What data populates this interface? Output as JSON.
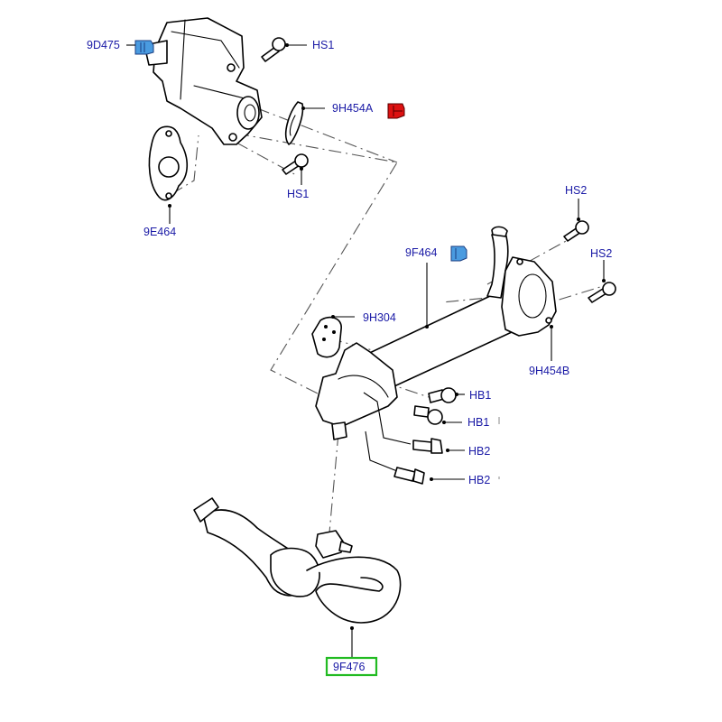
{
  "diagram": {
    "title_hidden": null,
    "callouts": [
      {
        "id": "egr-valve",
        "label": "9D475",
        "icon": "info-note-blue"
      },
      {
        "id": "bolt-hs1-top",
        "label": "HS1"
      },
      {
        "id": "gasket-9h454a",
        "label": "9H454A",
        "icon": "warning-note-red"
      },
      {
        "id": "bolt-hs1-lower",
        "label": "HS1"
      },
      {
        "id": "gasket-9e464",
        "label": "9E464"
      },
      {
        "id": "bolt-hs2-upper",
        "label": "HS2"
      },
      {
        "id": "bolt-hs2-lower",
        "label": "HS2"
      },
      {
        "id": "egr-cooler",
        "label": "9F464",
        "icon": "info-note-blue"
      },
      {
        "id": "gasket-9h304",
        "label": "9H304"
      },
      {
        "id": "gasket-9h454b",
        "label": "9H454B"
      },
      {
        "id": "bolt-hb1-upper",
        "label": "HB1"
      },
      {
        "id": "bolt-hb1-lower",
        "label": "HB1"
      },
      {
        "id": "bolt-hb2-upper",
        "label": "HB2"
      },
      {
        "id": "bolt-hb2-lower",
        "label": "HB2"
      },
      {
        "id": "hose-9f476",
        "label": "9F476",
        "selected": true
      }
    ],
    "colors": {
      "label": "#1a1aa6",
      "info_note": "#4a9be0",
      "warning_note": "#dd1111",
      "selection": "#22bb22"
    }
  }
}
